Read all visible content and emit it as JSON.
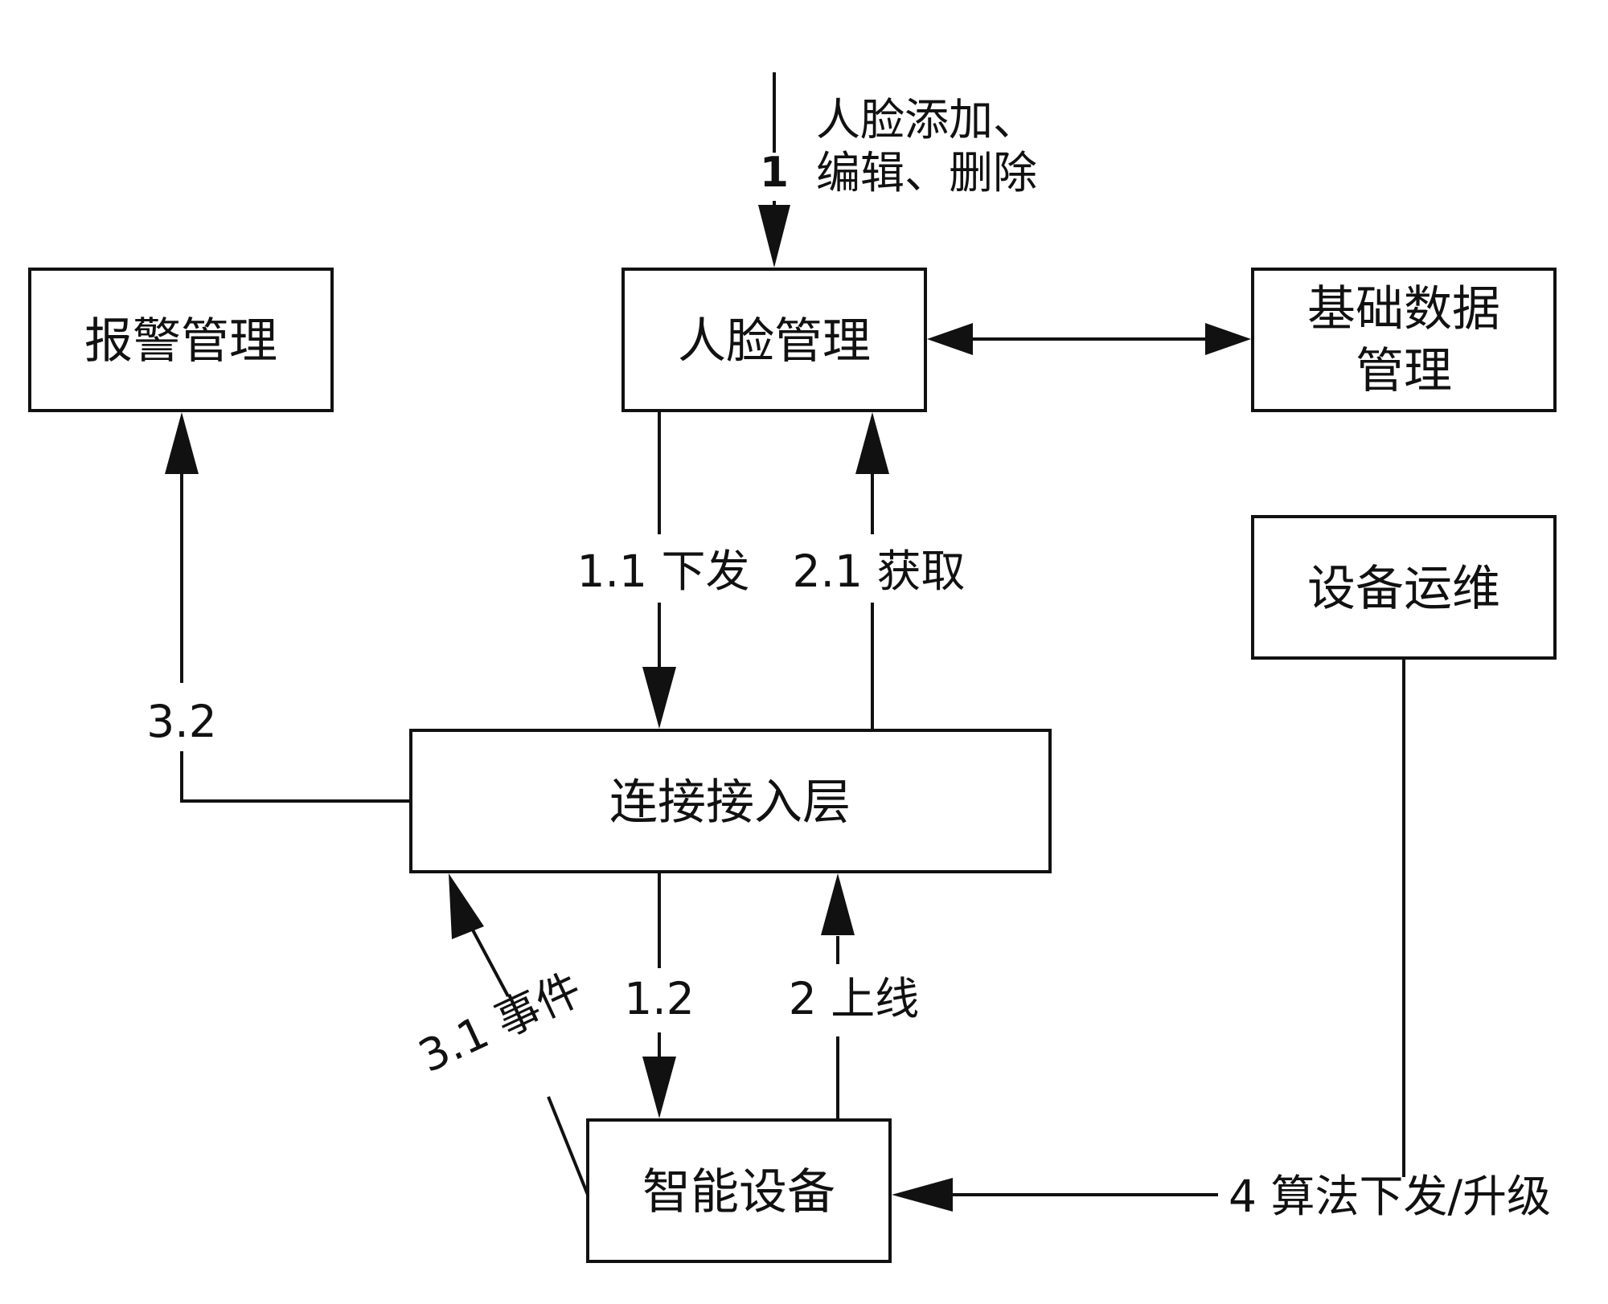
{
  "nodes": {
    "alarm": "报警管理",
    "face": "人脸管理",
    "basic_line1": "基础数据",
    "basic_line2": "管理",
    "ops": "设备运维",
    "access": "连接接入层",
    "device": "智能设备"
  },
  "edges": {
    "e1_num": "1",
    "e1_line1": "人脸添加、",
    "e1_line2": "编辑、删除",
    "e11": "1.1 下发",
    "e21": "2.1 获取",
    "e32": "3.2",
    "e31": "3.1 事件",
    "e12": "1.2",
    "e2": "2 上线",
    "e4": "4 算法下发/升级"
  }
}
